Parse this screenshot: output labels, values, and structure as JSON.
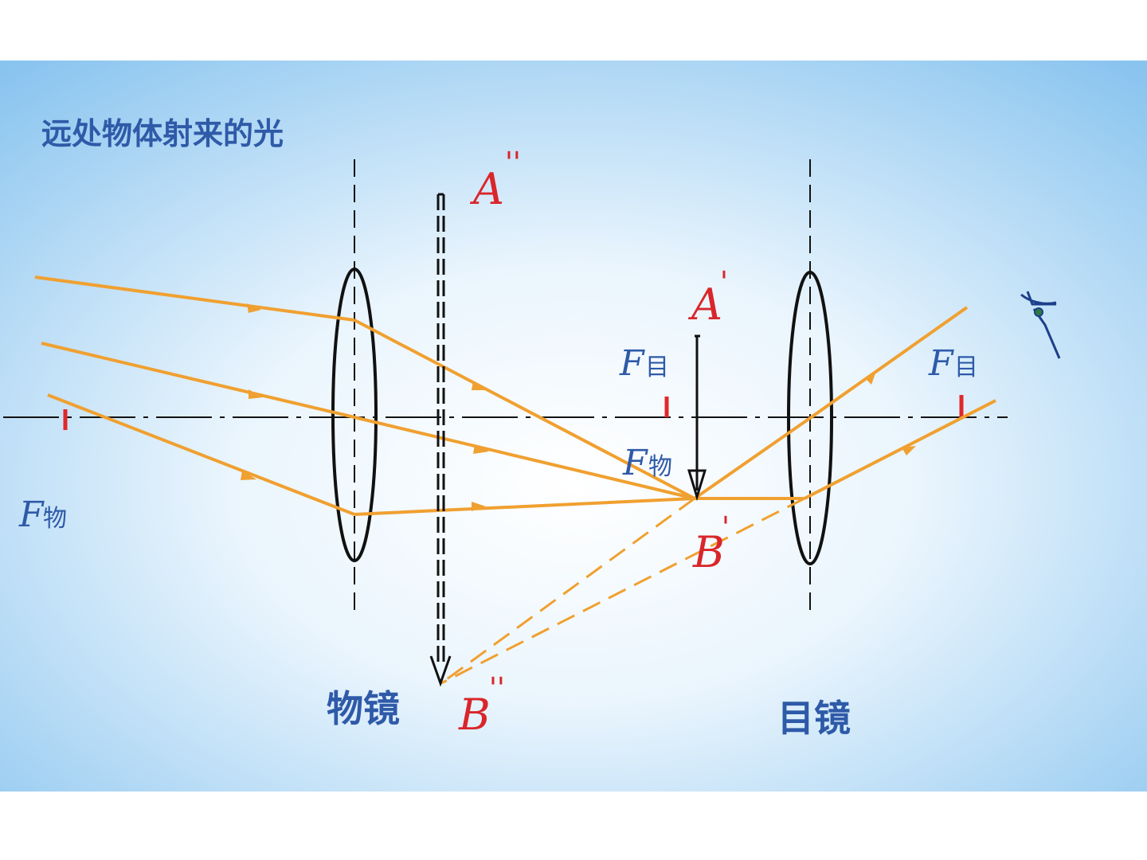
{
  "title": "远处物体射来的光",
  "lens_labels": {
    "objective": "物镜",
    "eyepiece": "目镜"
  },
  "focal_labels": {
    "f_letter": "F",
    "objective_sub": "物",
    "eyepiece_sub": "目"
  },
  "image_labels": {
    "a_prime": "A",
    "a_prime_mark": "'",
    "b_prime": "B",
    "b_prime_mark": "'",
    "a_double": "A",
    "a_double_mark": "''",
    "b_double": "B",
    "b_double_mark": "''"
  },
  "colors": {
    "background_top": "#89c4ef",
    "background_center": "#ffffff",
    "ray": "#f0a030",
    "focus_mark": "#e0282a",
    "label_blue": "#2e5aa8",
    "label_red": "#d9262b"
  },
  "icons": {
    "eye": "eye-icon"
  }
}
